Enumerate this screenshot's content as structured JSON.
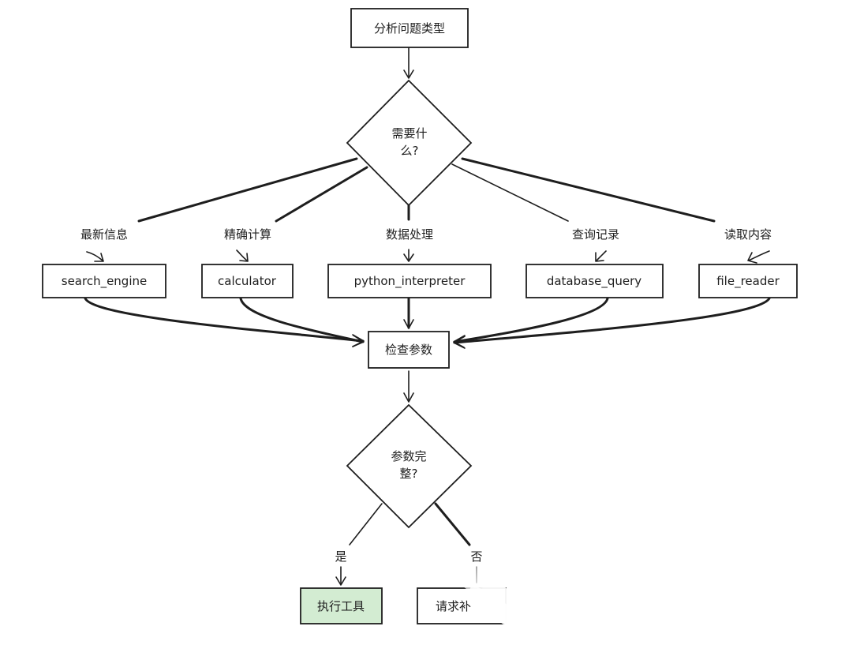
{
  "nodes": {
    "analyze": "分析问题类型",
    "need_line1": "需要什",
    "need_line2": "么?",
    "search": "search_engine",
    "calc": "calculator",
    "python": "python_interpreter",
    "db": "database_query",
    "file": "file_reader",
    "check": "检查参数",
    "complete_line1": "参数完",
    "complete_line2": "整?",
    "execute": "执行工具",
    "request": "请求补"
  },
  "edge_labels": {
    "latest": "最新信息",
    "precise": "精确计算",
    "data": "数据处理",
    "query": "查询记录",
    "read": "读取内容",
    "yes": "是",
    "no": "否"
  },
  "colors": {
    "stroke": "#1e1e1e",
    "execute_fill": "#d3ecd2"
  }
}
